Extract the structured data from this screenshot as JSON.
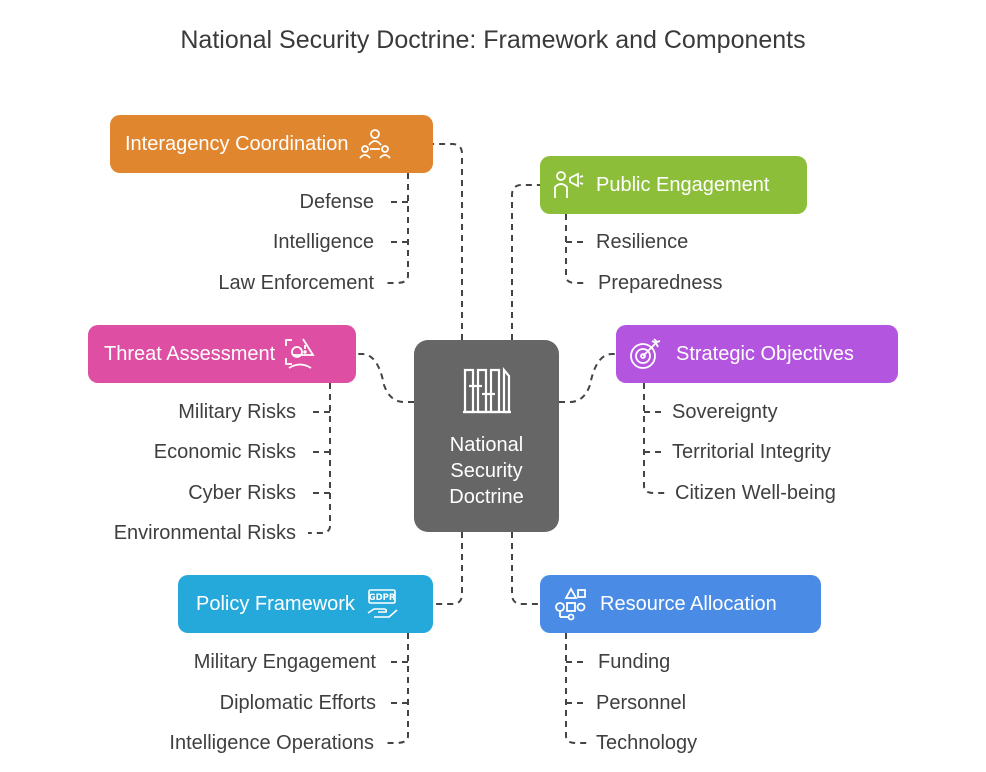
{
  "title": "National Security Doctrine: Framework and Components",
  "center": {
    "line1": "National",
    "line2": "Security",
    "line3": "Doctrine",
    "icon": "columns-icon",
    "color": "#666666"
  },
  "branches": {
    "interagency": {
      "label": "Interagency Coordination",
      "color": "#E0862F",
      "icon": "team-coordination-icon",
      "items": [
        "Defense",
        "Intelligence",
        "Law Enforcement"
      ]
    },
    "public": {
      "label": "Public Engagement",
      "color": "#8DBE3A",
      "icon": "megaphone-person-icon",
      "items": [
        "Resilience",
        "Preparedness"
      ]
    },
    "threat": {
      "label": "Threat Assessment",
      "color": "#DE4FA3",
      "icon": "threat-warning-icon",
      "items": [
        "Military Risks",
        "Economic Risks",
        "Cyber Risks",
        "Environmental Risks"
      ]
    },
    "strategic": {
      "label": "Strategic Objectives",
      "color": "#B455E0",
      "icon": "target-arrow-icon",
      "items": [
        "Sovereignty",
        "Territorial Integrity",
        "Citizen Well-being"
      ]
    },
    "policy": {
      "label": "Policy Framework",
      "color": "#25A9DA",
      "icon": "gdpr-hand-icon",
      "icon_text": "GDPR",
      "items": [
        "Military Engagement",
        "Diplomatic Efforts",
        "Intelligence Operations"
      ]
    },
    "resource": {
      "label": "Resource Allocation",
      "color": "#4A8BE5",
      "icon": "shapes-flow-icon",
      "items": [
        "Funding",
        "Personnel",
        "Technology"
      ]
    }
  }
}
